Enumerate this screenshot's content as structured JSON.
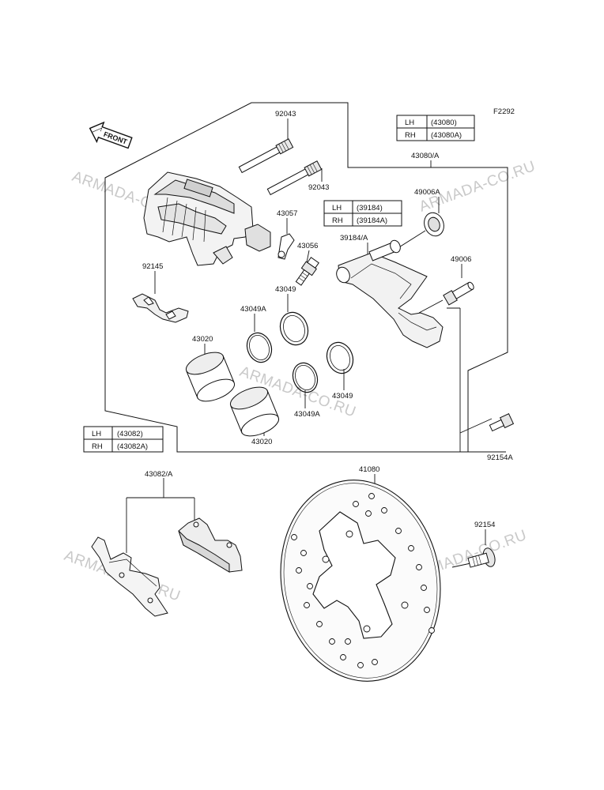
{
  "figure_code": "F2292",
  "front_label": "FRONT",
  "watermark": "ARMADA-CO.RU",
  "labels": {
    "p92043_a": "92043",
    "p92043_b": "92043",
    "p43057": "43057",
    "p43056": "43056",
    "p92145": "92145",
    "p43049_a": "43049",
    "p43049_b": "43049",
    "p43049A_a": "43049A",
    "p43049A_b": "43049A",
    "p43020_a": "43020",
    "p43020_b": "43020",
    "p43080A": "43080/A",
    "p49006A": "49006A",
    "p39184A": "39184/A",
    "p49006": "49006",
    "p92154A": "92154A",
    "p43082A": "43082/A",
    "p41080": "41080",
    "p92154": "92154"
  },
  "tables": {
    "t43080": {
      "rows": [
        {
          "side": "LH",
          "code": "(43080)"
        },
        {
          "side": "RH",
          "code": "(43080A)"
        }
      ]
    },
    "t39184": {
      "rows": [
        {
          "side": "LH",
          "code": "(39184)"
        },
        {
          "side": "RH",
          "code": "(39184A)"
        }
      ]
    },
    "t43082": {
      "rows": [
        {
          "side": "LH",
          "code": "(43082)"
        },
        {
          "side": "RH",
          "code": "(43082A)"
        }
      ]
    }
  }
}
